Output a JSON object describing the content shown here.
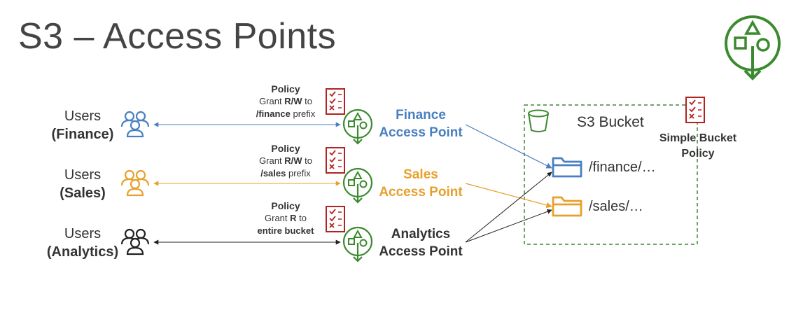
{
  "title": "S3 – Access Points",
  "colors": {
    "finance": "#4a7fc1",
    "sales": "#e8a02c",
    "analytics": "#222222",
    "access_point_green": "#3a8a2e",
    "policy_red": "#b22222",
    "bucket_border": "#3a8a2e",
    "title_gray": "#444444"
  },
  "users": [
    {
      "label": "Users",
      "group": "(Finance)",
      "icon": "users-icon"
    },
    {
      "label": "Users",
      "group": "(Sales)",
      "icon": "users-icon"
    },
    {
      "label": "Users",
      "group": "(Analytics)",
      "icon": "users-icon"
    }
  ],
  "policies": [
    {
      "title": "Policy",
      "line1_pre": "Grant ",
      "line1_bold": "R/W",
      "line1_post": " to",
      "line2_bold": "/finance",
      "line2_post": " prefix"
    },
    {
      "title": "Policy",
      "line1_pre": "Grant ",
      "line1_bold": "R/W",
      "line1_post": " to",
      "line2_bold": "/sales",
      "line2_post": " prefix"
    },
    {
      "title": "Policy",
      "line1_pre": "Grant ",
      "line1_bold": "R",
      "line1_post": " to",
      "line2_bold": "entire bucket",
      "line2_post": ""
    }
  ],
  "access_points": [
    {
      "line1": "Finance",
      "line2": "Access Point"
    },
    {
      "line1": "Sales",
      "line2": "Access Point"
    },
    {
      "line1": "Analytics",
      "line2": "Access Point"
    }
  ],
  "bucket": {
    "label": "S3 Bucket",
    "folders": [
      "/finance/…",
      "/sales/…"
    ],
    "policy_line1": "Simple Bucket",
    "policy_line2": "Policy"
  }
}
